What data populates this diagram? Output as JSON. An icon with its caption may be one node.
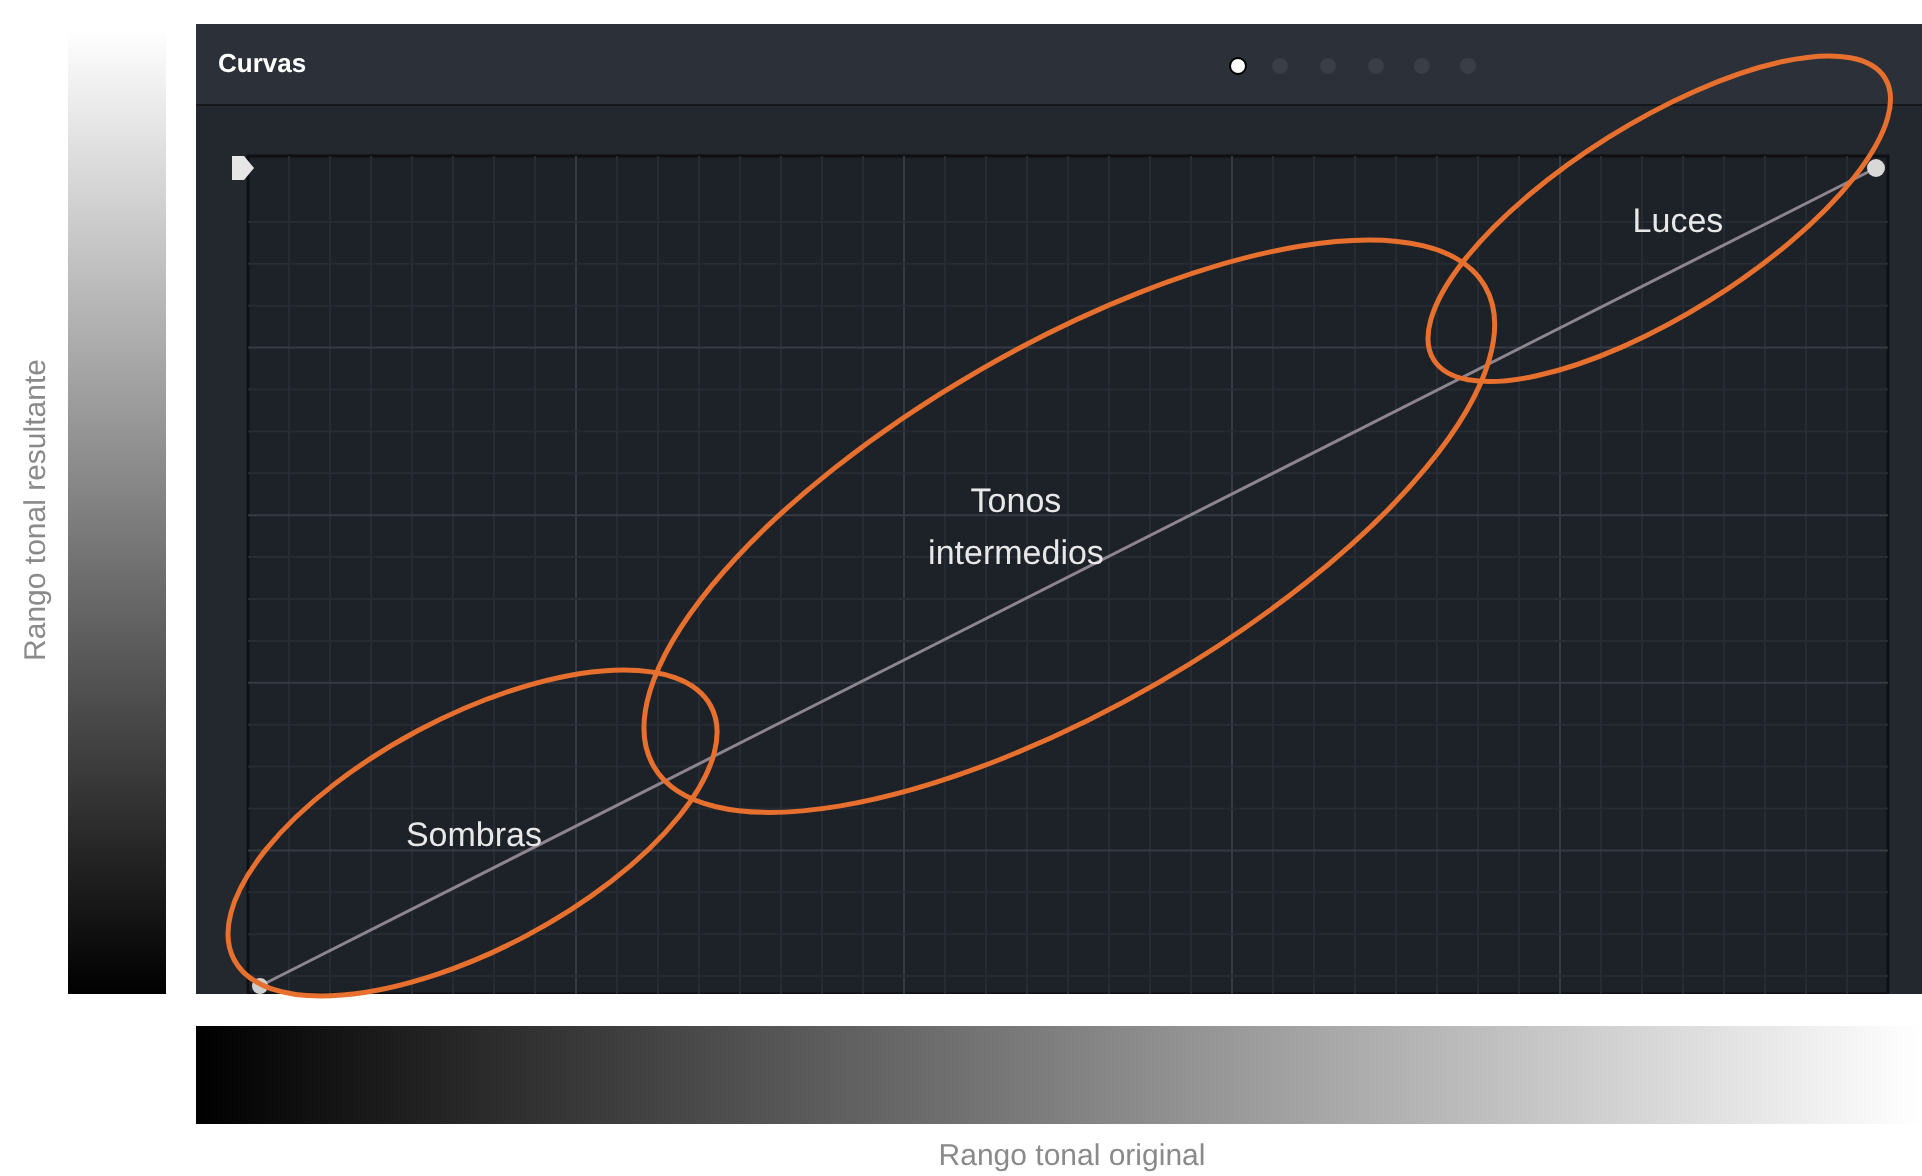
{
  "diagram": {
    "nodes": [
      {
        "text": [
          "Curvas"
        ]
      },
      {
        "text": [
          "Sombras"
        ],
        "in": 0
      },
      {
        "text": [
          "Tonos intermedios"
        ],
        "in": 0
      },
      {
        "text": [
          "Luces"
        ],
        "in": 0
      },
      {
        "text": [],
        "shape": "bar"
      },
      {
        "text": [],
        "shape": "bar"
      }
    ],
    "labels": [
      "Rango tonal resultante",
      "Rango tonal original"
    ]
  }
}
